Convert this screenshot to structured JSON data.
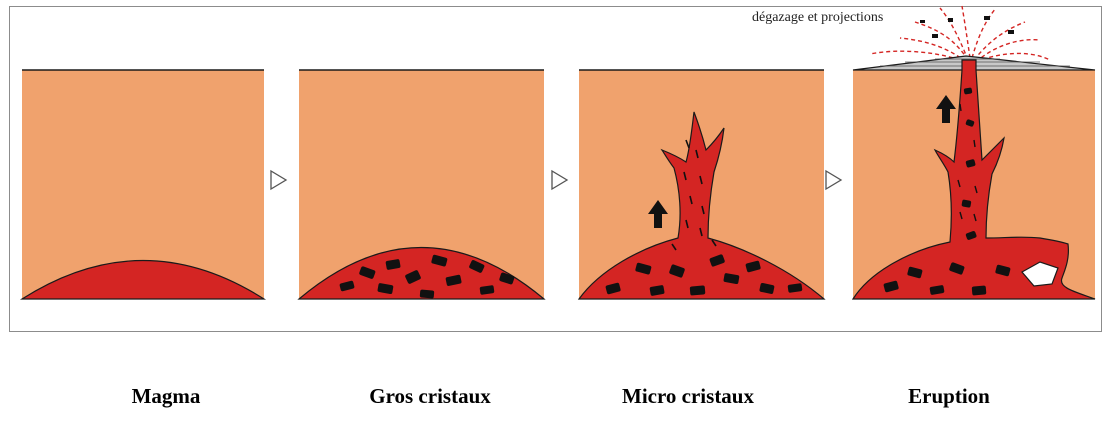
{
  "annotation": "dégazage et projections",
  "stages": [
    {
      "label": "Magma"
    },
    {
      "label": "Gros cristaux"
    },
    {
      "label": "Micro cristaux"
    },
    {
      "label": "Eruption"
    }
  ],
  "colors": {
    "crust": "#F0A26D",
    "magma": "#D42523",
    "crystal": "#111111",
    "ash_layer": "#C8C8C8",
    "frame_border": "#8C8C8C"
  },
  "icons": {
    "stage_arrow": "triangle-right-outline-icon",
    "ascent_arrow": "arrow-up-icon"
  }
}
